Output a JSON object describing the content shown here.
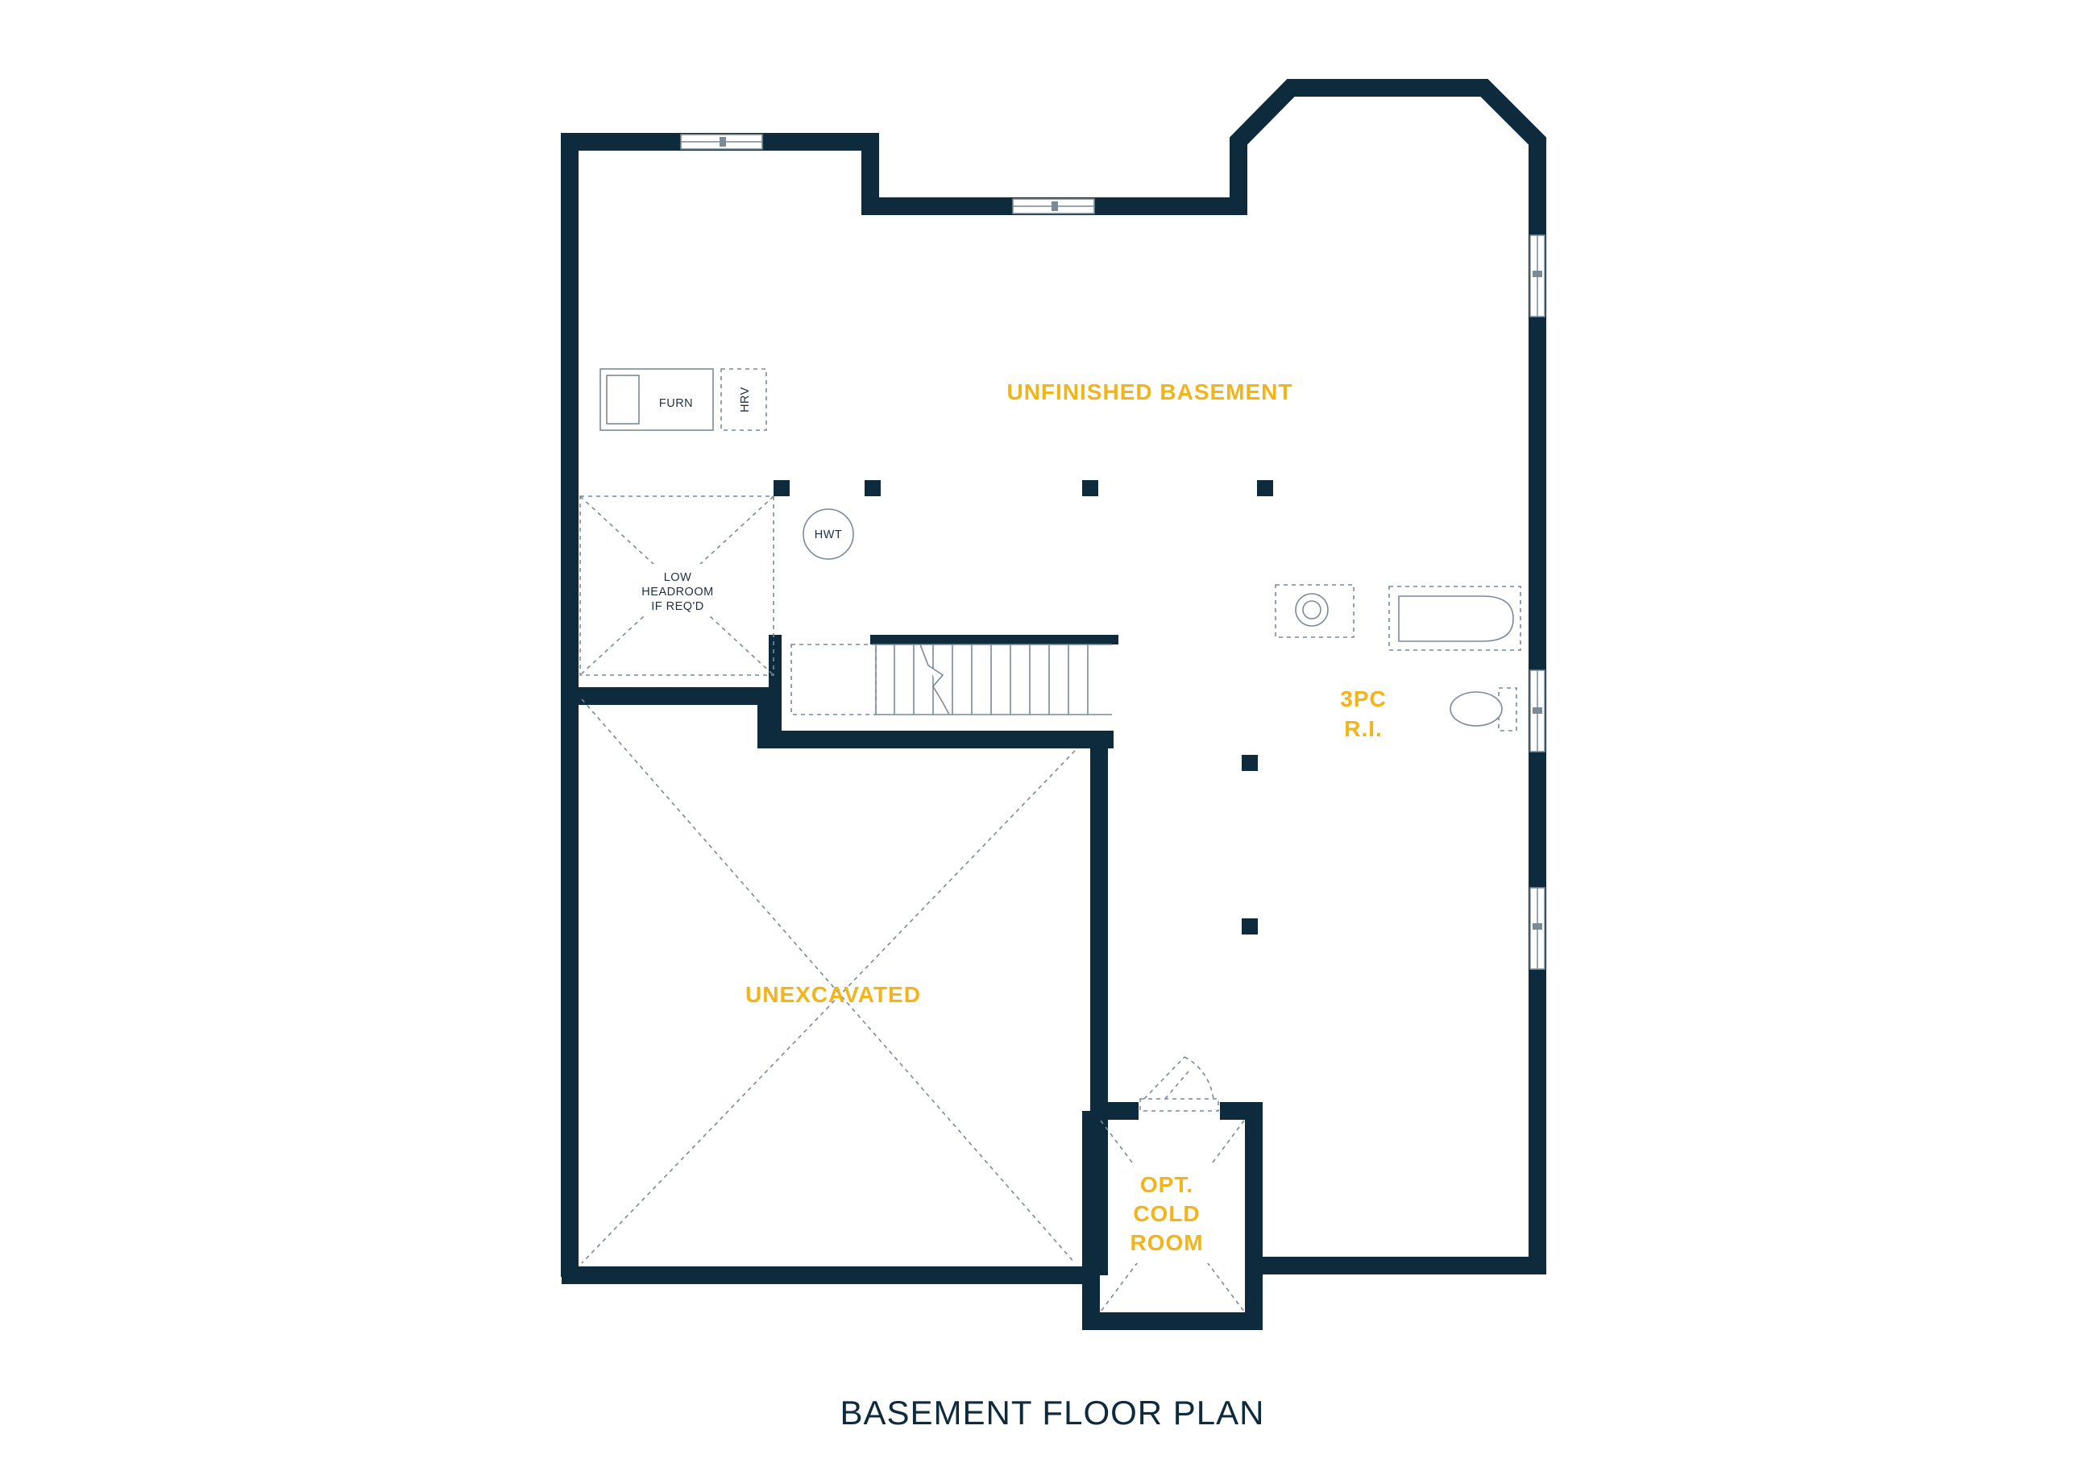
{
  "title": "BASEMENT FLOOR PLAN",
  "rooms": {
    "unfinished": "UNFINISHED BASEMENT",
    "unexcavated": "UNEXCAVATED",
    "bath_line1": "3PC",
    "bath_line2": "R.I.",
    "cold_line1": "OPT.",
    "cold_line2": "COLD",
    "cold_line3": "ROOM"
  },
  "fixtures": {
    "furnace": "FURN",
    "hrv": "HRV",
    "hot_water_tank": "HWT",
    "low_headroom_1": "LOW",
    "low_headroom_2": "HEADROOM",
    "low_headroom_3": "IF REQ'D"
  },
  "colors": {
    "wall": "#0e2b3e",
    "label": "#f2b418",
    "fixture": "#7a8a96",
    "background": "#ffffff"
  }
}
